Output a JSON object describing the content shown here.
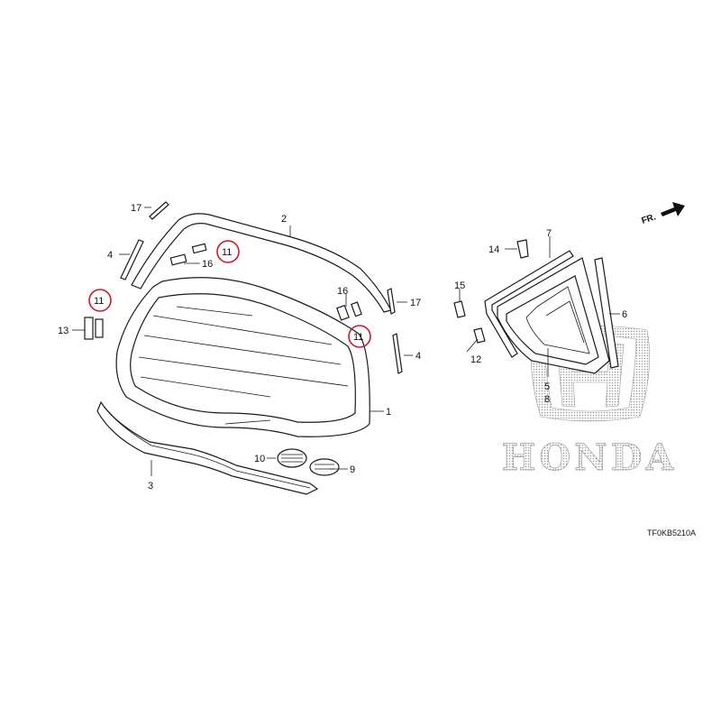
{
  "diagram": {
    "ref_code": "TF0KB5210A",
    "fr_label": "FR.",
    "brand_wordmark": "HONDA",
    "callouts": [
      "1",
      "2",
      "3",
      "4",
      "5",
      "6",
      "7",
      "8",
      "9",
      "10",
      "11",
      "12",
      "13",
      "14",
      "15",
      "16",
      "17"
    ],
    "highlighted_callout": "11",
    "highlight_color": "#d0192a"
  }
}
